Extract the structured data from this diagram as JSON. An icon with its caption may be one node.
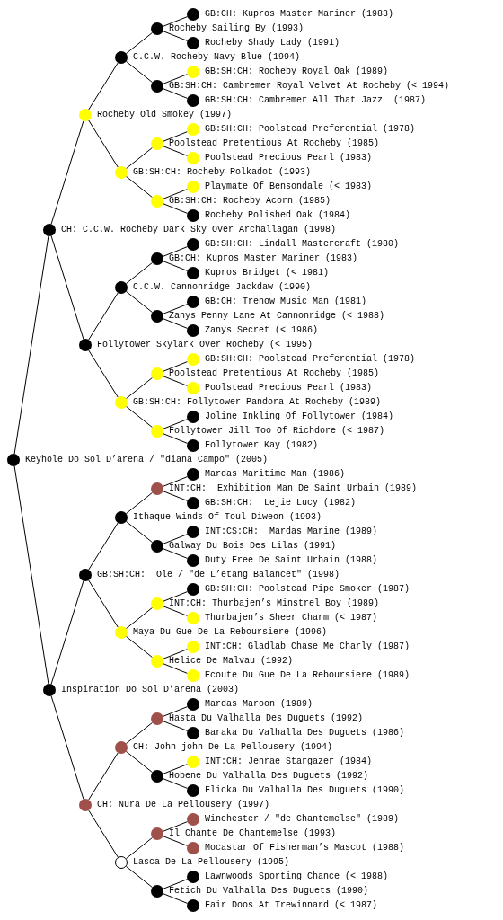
{
  "diagram": {
    "nodes": [
      {
        "text": [
          "GB:CH: Kupros Master Mariner (1983)"
        ]
      },
      {
        "text": [
          "Rocheby Sailing By (1993)"
        ]
      },
      {
        "text": [
          "Rocheby Shady Lady (1991)"
        ]
      },
      {
        "text": [
          "C.C.W. Rocheby Navy Blue (1994)"
        ]
      },
      {
        "text": [
          "GB:SH:CH: Rocheby Royal Oak (1989)"
        ]
      },
      {
        "text": [
          "GB:SH:CH: Cambremer Royal Velvet At Rocheby (< 1994)"
        ]
      },
      {
        "text": [
          "GB:SH:CH: Cambremer All That Jazz  (1987)"
        ]
      },
      {
        "text": [
          "Rocheby Old Smokey (1997)"
        ]
      },
      {
        "text": [
          "GB:SH:CH: Poolstead Preferential (1978)"
        ]
      },
      {
        "text": [
          "Poolstead Pretentious At Rocheby (1985)"
        ]
      },
      {
        "text": [
          "Poolstead Precious Pearl (1983)"
        ]
      },
      {
        "text": [
          "GB:SH:CH: Rocheby Polkadot (1993)"
        ]
      },
      {
        "text": [
          "Playmate Of Bensondale (< 1983)"
        ]
      },
      {
        "text": [
          "GB:SH:CH: Rocheby Acorn (1985)"
        ]
      },
      {
        "text": [
          "Rocheby Polished Oak (1984)"
        ]
      },
      {
        "text": [
          "CH: C.C.W. Rocheby Dark Sky Over Archallagan (1998)"
        ]
      },
      {
        "text": [
          "GB:SH:CH: Lindall Mastercraft (1980)"
        ]
      },
      {
        "text": [
          "GB:CH: Kupros Master Mariner (1983)"
        ]
      },
      {
        "text": [
          "Kupros Bridget (< 1981)"
        ]
      },
      {
        "text": [
          "C.C.W. Cannonridge Jackdaw (1990)"
        ]
      },
      {
        "text": [
          "GB:CH: Trenow Music Man (1981)"
        ]
      },
      {
        "text": [
          "Zanys Penny Lane At Cannonridge (< 1988)"
        ]
      },
      {
        "text": [
          "Zanys Secret (< 1986)"
        ]
      },
      {
        "text": [
          "Follytower Skylark Over Rocheby (< 1995)"
        ]
      },
      {
        "text": [
          "GB:SH:CH: Poolstead Preferential (1978)"
        ]
      },
      {
        "text": [
          "Poolstead Pretentious At Rocheby (1985)"
        ]
      },
      {
        "text": [
          "Poolstead Precious Pearl (1983)"
        ]
      },
      {
        "text": [
          "GB:SH:CH: Follytower Pandora At Rocheby (1989)"
        ]
      },
      {
        "text": [
          "Joline Inkling Of Follytower (1984)"
        ]
      },
      {
        "text": [
          "Follytower Jill Too Of Richdore (< 1987)"
        ]
      },
      {
        "text": [
          "Follytower Kay (1982)"
        ]
      },
      {
        "text": [
          "Keyhole Do Sol D’arena / \"diana Campo\" (2005)"
        ]
      },
      {
        "text": [
          "Mardas Maritime Man (1986)"
        ]
      },
      {
        "text": [
          "INT:CH:  Exhibition Man De Saint Urbain (1989)"
        ]
      },
      {
        "text": [
          "GB:SH:CH:  Lejie Lucy (1982)"
        ]
      },
      {
        "text": [
          "Ithaque Winds Of Toul Diweon (1993)"
        ]
      },
      {
        "text": [
          "INT:CS:CH:  Mardas Marine (1989)"
        ]
      },
      {
        "text": [
          "Galway Du Bois Des Lilas (1991)"
        ]
      },
      {
        "text": [
          "Duty Free De Saint Urbain (1988)"
        ]
      },
      {
        "text": [
          "GB:SH:CH:  Ole / \"de L’etang Balancet\" (1998)"
        ]
      },
      {
        "text": [
          "GB:SH:CH: Poolstead Pipe Smoker (1987)"
        ]
      },
      {
        "text": [
          "INT:CH: Thurbajen’s Minstrel Boy (1989)"
        ]
      },
      {
        "text": [
          "Thurbajen’s Sheer Charm (< 1987)"
        ]
      },
      {
        "text": [
          "Maya Du Gue De La Reboursiere (1996)"
        ]
      },
      {
        "text": [
          "INT:CH: Gladlab Chase Me Charly (1987)"
        ]
      },
      {
        "text": [
          "Helice De Malvau (1992)"
        ]
      },
      {
        "text": [
          "Ecoute Du Gue De La Reboursiere (1989)"
        ]
      },
      {
        "text": [
          "Inspiration Do Sol D’arena (2003)"
        ]
      },
      {
        "text": [
          "Mardas Maroon (1989)"
        ]
      },
      {
        "text": [
          "Hasta Du Valhalla Des Duguets (1992)"
        ]
      },
      {
        "text": [
          "Baraka Du Valhalla Des Duguets (1986)"
        ]
      },
      {
        "text": [
          "CH: John-john De La Pellousery (1994)"
        ]
      },
      {
        "text": [
          "INT:CH: Jenrae Stargazer (1984)"
        ]
      },
      {
        "text": [
          "Hobene Du Valhalla Des Duguets (1992)"
        ]
      },
      {
        "text": [
          "Flicka Du Valhalla Des Duguets (1990)"
        ]
      },
      {
        "text": [
          "CH: Nura De La Pellousery (1997)"
        ]
      },
      {
        "text": [
          "Winchester / \"de Chantemelse\" (1989)"
        ]
      },
      {
        "text": [
          "Il Chante De Chantemelse (1993)"
        ]
      },
      {
        "text": [
          "Mocastar Of Fisherman’s Mascot (1988)"
        ]
      },
      {
        "text": [
          "Lasca De La Pellousery (1995)"
        ]
      },
      {
        "text": [
          "Lawnwoods Sporting Chance (< 1988)"
        ]
      },
      {
        "text": [
          "Fetich Du Valhalla Des Duguets (1990)"
        ]
      },
      {
        "text": [
          "Fair Doos At Trewinnard (< 1987)"
        ]
      }
    ],
    "edges": [
      {
        "from": 1,
        "to": 0,
        "arrow": "none"
      },
      {
        "from": 3,
        "to": 1,
        "arrow": "none"
      },
      {
        "from": 1,
        "to": 2,
        "arrow": "none"
      },
      {
        "from": 7,
        "to": 3,
        "arrow": "none"
      },
      {
        "from": 5,
        "to": 4,
        "arrow": "none"
      },
      {
        "from": 3,
        "to": 5,
        "arrow": "none"
      },
      {
        "from": 5,
        "to": 6,
        "arrow": "none"
      },
      {
        "from": 15,
        "to": 7,
        "arrow": "none"
      },
      {
        "from": 9,
        "to": 8,
        "arrow": "none"
      },
      {
        "from": 11,
        "to": 9,
        "arrow": "none"
      },
      {
        "from": 9,
        "to": 10,
        "arrow": "none"
      },
      {
        "from": 7,
        "to": 11,
        "arrow": "none"
      },
      {
        "from": 13,
        "to": 12,
        "arrow": "none"
      },
      {
        "from": 11,
        "to": 13,
        "arrow": "none"
      },
      {
        "from": 13,
        "to": 14,
        "arrow": "none"
      },
      {
        "from": 31,
        "to": 15,
        "arrow": "none"
      },
      {
        "from": 17,
        "to": 16,
        "arrow": "none"
      },
      {
        "from": 19,
        "to": 17,
        "arrow": "none"
      },
      {
        "from": 17,
        "to": 18,
        "arrow": "none"
      },
      {
        "from": 23,
        "to": 19,
        "arrow": "none"
      },
      {
        "from": 21,
        "to": 20,
        "arrow": "none"
      },
      {
        "from": 19,
        "to": 21,
        "arrow": "none"
      },
      {
        "from": 21,
        "to": 22,
        "arrow": "none"
      },
      {
        "from": 15,
        "to": 23,
        "arrow": "none"
      },
      {
        "from": 25,
        "to": 24,
        "arrow": "none"
      },
      {
        "from": 27,
        "to": 25,
        "arrow": "none"
      },
      {
        "from": 25,
        "to": 26,
        "arrow": "none"
      },
      {
        "from": 23,
        "to": 27,
        "arrow": "none"
      },
      {
        "from": 29,
        "to": 28,
        "arrow": "none"
      },
      {
        "from": 27,
        "to": 29,
        "arrow": "none"
      },
      {
        "from": 29,
        "to": 30,
        "arrow": "none"
      },
      {
        "from": 33,
        "to": 32,
        "arrow": "none"
      },
      {
        "from": 35,
        "to": 33,
        "arrow": "none"
      },
      {
        "from": 33,
        "to": 34,
        "arrow": "none"
      },
      {
        "from": 39,
        "to": 35,
        "arrow": "none"
      },
      {
        "from": 37,
        "to": 36,
        "arrow": "none"
      },
      {
        "from": 35,
        "to": 37,
        "arrow": "none"
      },
      {
        "from": 37,
        "to": 38,
        "arrow": "none"
      },
      {
        "from": 47,
        "to": 39,
        "arrow": "none"
      },
      {
        "from": 41,
        "to": 40,
        "arrow": "none"
      },
      {
        "from": 43,
        "to": 41,
        "arrow": "none"
      },
      {
        "from": 41,
        "to": 42,
        "arrow": "none"
      },
      {
        "from": 39,
        "to": 43,
        "arrow": "none"
      },
      {
        "from": 45,
        "to": 44,
        "arrow": "none"
      },
      {
        "from": 43,
        "to": 45,
        "arrow": "none"
      },
      {
        "from": 45,
        "to": 46,
        "arrow": "none"
      },
      {
        "from": 31,
        "to": 47,
        "arrow": "none"
      },
      {
        "from": 49,
        "to": 48,
        "arrow": "none"
      },
      {
        "from": 51,
        "to": 49,
        "arrow": "none"
      },
      {
        "from": 49,
        "to": 50,
        "arrow": "none"
      },
      {
        "from": 55,
        "to": 51,
        "arrow": "none"
      },
      {
        "from": 53,
        "to": 52,
        "arrow": "none"
      },
      {
        "from": 51,
        "to": 53,
        "arrow": "none"
      },
      {
        "from": 53,
        "to": 54,
        "arrow": "none"
      },
      {
        "from": 47,
        "to": 55,
        "arrow": "none"
      },
      {
        "from": 57,
        "to": 56,
        "arrow": "none"
      },
      {
        "from": 59,
        "to": 57,
        "arrow": "none"
      },
      {
        "from": 57,
        "to": 58,
        "arrow": "none"
      },
      {
        "from": 55,
        "to": 59,
        "arrow": "none"
      },
      {
        "from": 61,
        "to": 60,
        "arrow": "none"
      },
      {
        "from": 59,
        "to": 61,
        "arrow": "none"
      },
      {
        "from": 61,
        "to": 62,
        "arrow": "none"
      }
    ]
  }
}
